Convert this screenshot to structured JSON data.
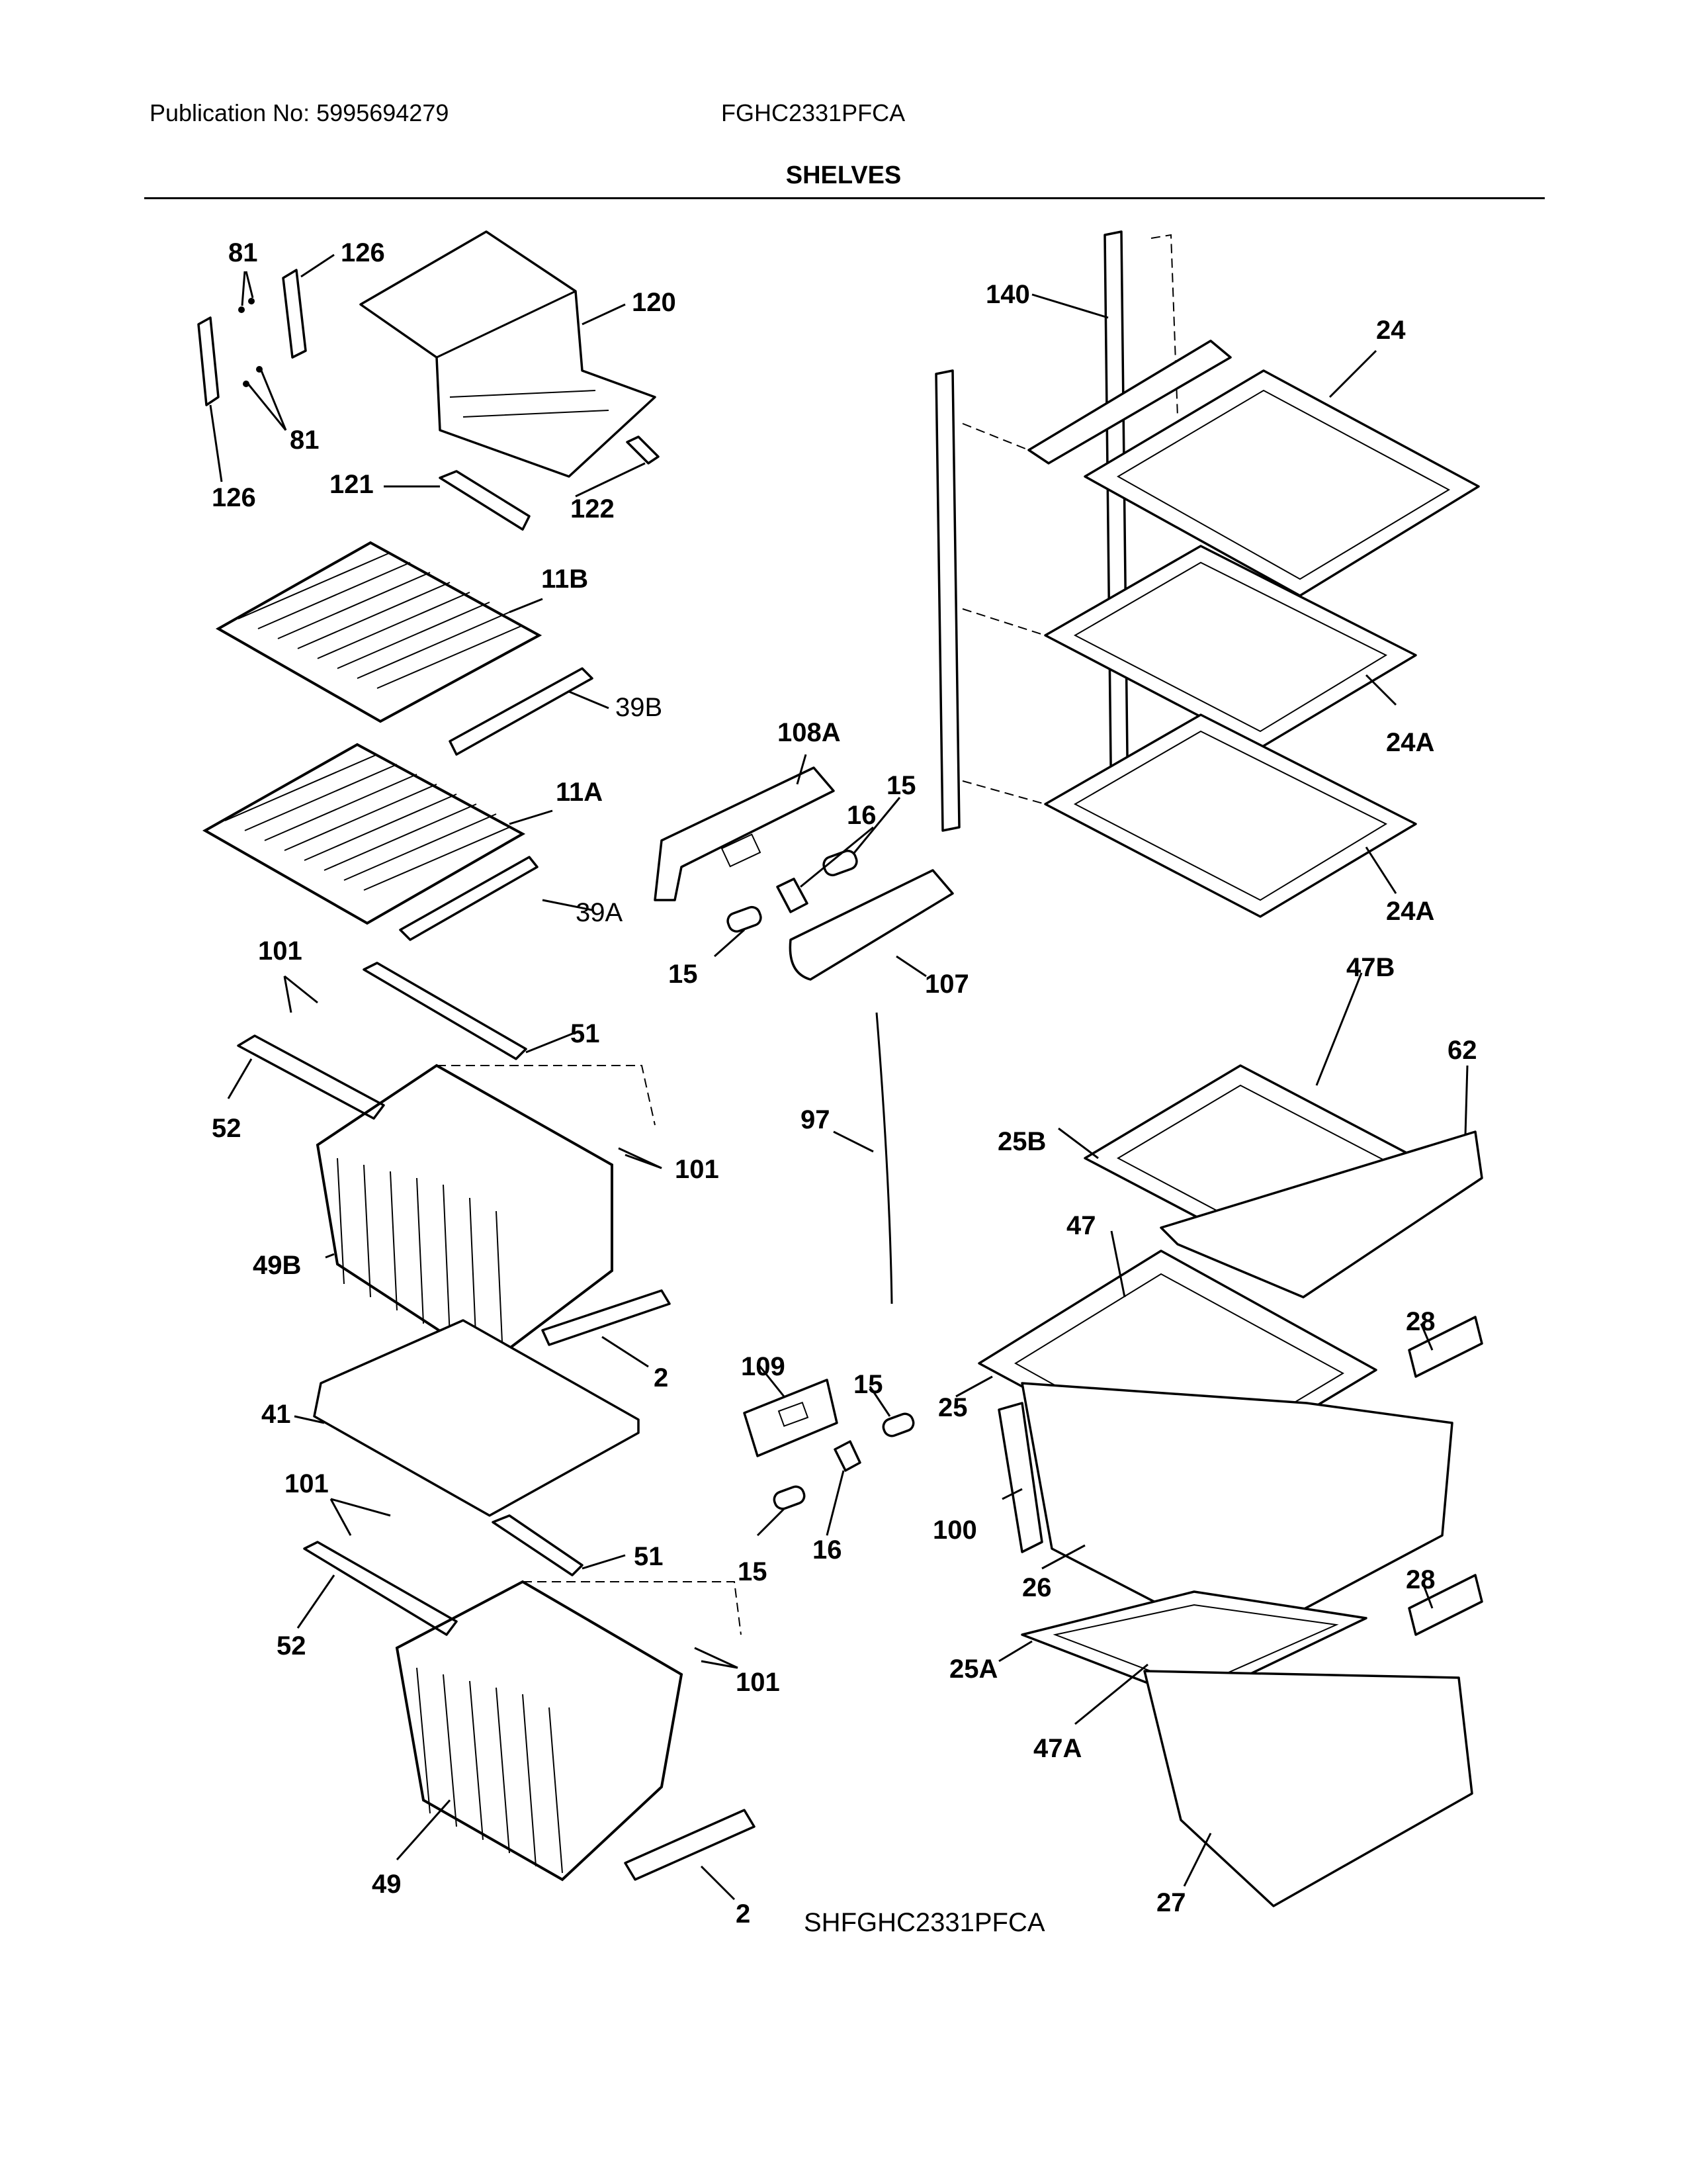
{
  "header": {
    "publication": "Publication No: 5995694279",
    "model": "FGHC2331PFCA",
    "section_title": "SHELVES"
  },
  "diagram": {
    "footer_code": "SHFGHC2331PFCA",
    "callouts": {
      "c81a": "81",
      "c126a": "126",
      "c120": "120",
      "c81b": "81",
      "c126b": "126",
      "c121": "121",
      "c122": "122",
      "c140": "140",
      "c24": "24",
      "c11b": "11B",
      "c39b": "39B",
      "c108a": "108A",
      "c15a": "15",
      "c16a": "16",
      "c24a1": "24A",
      "c11a": "11A",
      "c39a": "39A",
      "c15b": "15",
      "c107": "107",
      "c24a2": "24A",
      "c101a": "101",
      "c51a": "51",
      "c52a": "52",
      "c47b": "47B",
      "c62": "62",
      "c97": "97",
      "c101b": "101",
      "c25b": "25B",
      "c49b": "49B",
      "c47": "47",
      "c2a": "2",
      "c109": "109",
      "c15c": "15",
      "c28a": "28",
      "c41": "41",
      "c25": "25",
      "c101c": "101",
      "c100": "100",
      "c51b": "51",
      "c15d": "15",
      "c16b": "16",
      "c26": "26",
      "c52b": "52",
      "c28b": "28",
      "c25a": "25A",
      "c101d": "101",
      "c47a": "47A",
      "c49": "49",
      "c2b": "2",
      "c27": "27"
    }
  }
}
